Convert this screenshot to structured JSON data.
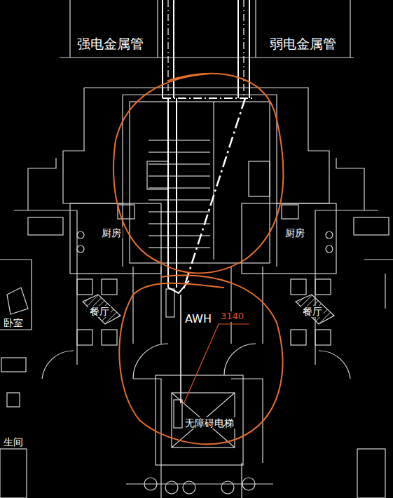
{
  "diagram": {
    "labels": [
      "强电金属管",
      "弱电金属管",
      "厨房",
      "厨房",
      "餐厅",
      "餐厅",
      "卧室",
      "AWH",
      "3140",
      "无障碍电梯",
      "生间"
    ]
  }
}
